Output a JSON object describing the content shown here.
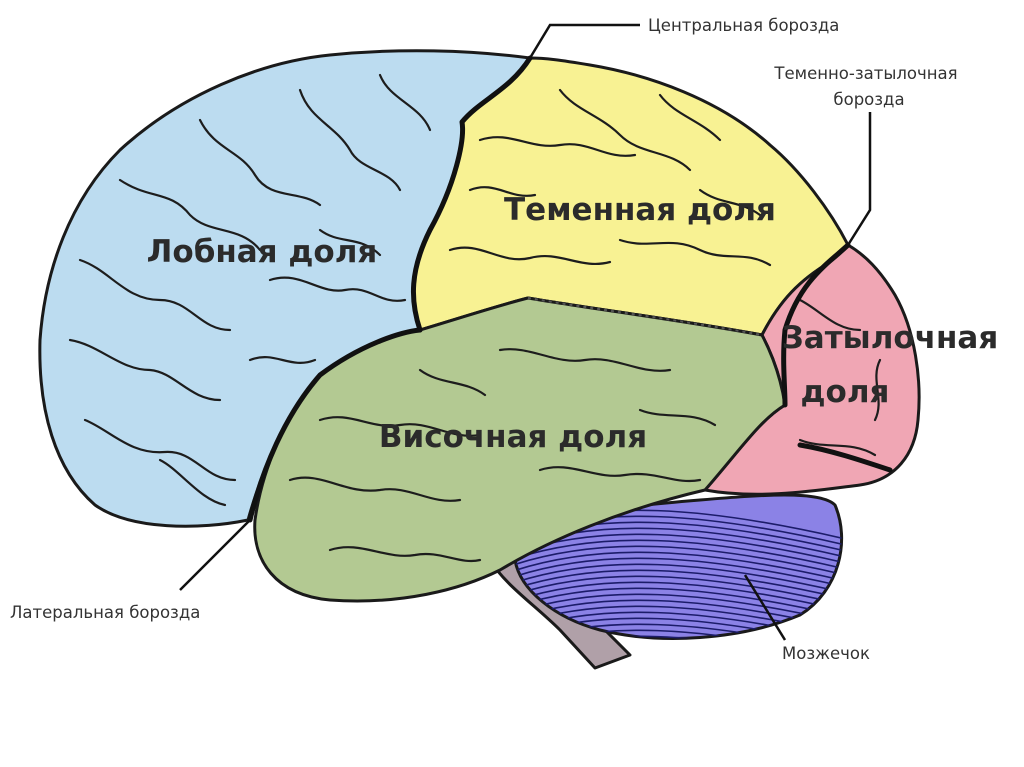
{
  "diagram": {
    "lobes": {
      "frontal": {
        "label": "Лобная доля",
        "color": "#bcdcf0"
      },
      "parietal": {
        "label": "Теменная доля",
        "color": "#f8f293"
      },
      "temporal": {
        "label": "Височная доля",
        "color": "#b3c992"
      },
      "occipital": {
        "label_line1": "Затылочная",
        "label_line2": "доля",
        "color": "#f0a6b4"
      }
    },
    "structures": {
      "cerebellum": {
        "color": "#8b82e6",
        "stripe_color": "#1c1c6a"
      },
      "brainstem": {
        "color": "#b0a0a8"
      }
    },
    "callouts": {
      "central_sulcus": "Центральная борозда",
      "parieto_occipital_line1": "Теменно-затылочная",
      "parieto_occipital_line2": "борозда",
      "lateral_sulcus": "Латеральная борозда",
      "cerebellum": "Мозжечок"
    }
  }
}
